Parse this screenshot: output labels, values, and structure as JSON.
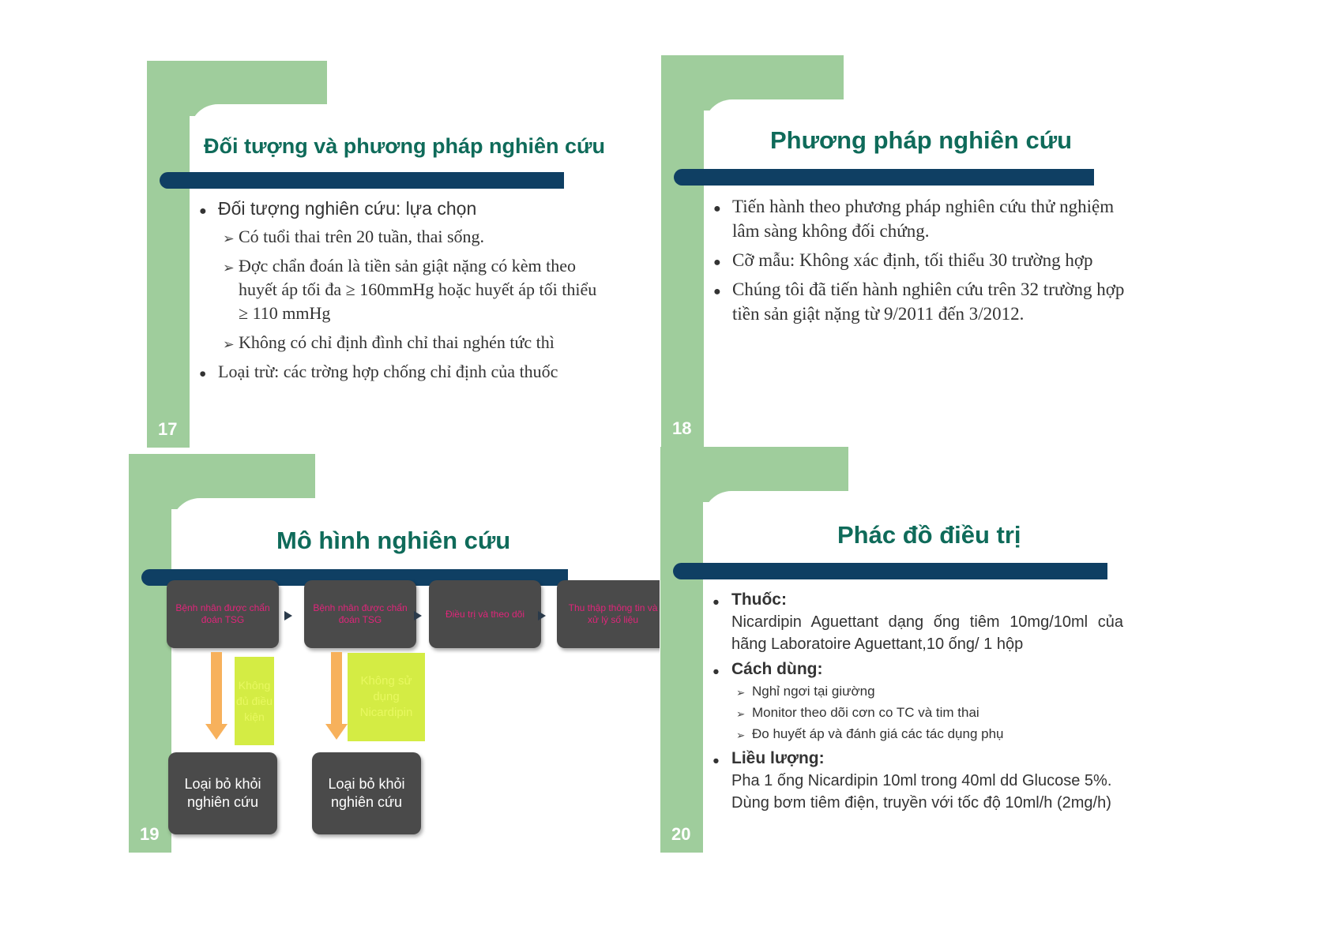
{
  "slides": [
    {
      "number": "17",
      "title": "Đối tượng và phương pháp nghiên cứu",
      "bullets": [
        {
          "text": "Đối tượng nghiên cứu: lựa chọn"
        },
        {
          "text": "Có tuổi thai trên 20 tuần, thai sống."
        },
        {
          "text": "Đợc chẩn đoán là tiền sản giật nặng có kèm theo huyết áp tối đa ≥ 160mmHg hoặc huyết áp tối thiểu ≥ 110 mmHg"
        },
        {
          "text": "Không có chỉ định đình chỉ thai nghén tức thì"
        },
        {
          "text": "Loại trừ: các trờng hợp chống chỉ định của thuốc"
        }
      ]
    },
    {
      "number": "18",
      "title": "Phương pháp nghiên cứu",
      "bullets": [
        {
          "text": "Tiến hành theo phương pháp nghiên cứu thử nghiệm lâm sàng không đối chứng."
        },
        {
          "text": "Cỡ mẫu: Không xác định, tối thiểu 30 trường hợp"
        },
        {
          "text": "Chúng tôi đã tiến hành nghiên cứu trên 32 trường hợp tiền sản giật nặng từ 9/2011 đến 3/2012."
        }
      ]
    },
    {
      "number": "19",
      "title": "Mô hình nghiên cứu",
      "flow_boxes": [
        "Bệnh nhân được chẩn đoán TSG",
        "Bệnh nhân được chẩn đoán TSG",
        "Điều trị và theo dõi",
        "Thu thập thông tin và xử lý số liệu"
      ],
      "exclusion_notes": [
        "Không đủ điều kiện",
        "Không sử dụng Nicardipin"
      ],
      "exclude_boxes": [
        "Loại bỏ khỏi nghiên cứu",
        "Loại bỏ khỏi nghiên cứu"
      ]
    },
    {
      "number": "20",
      "title": "Phác đồ điều trị",
      "sections": [
        {
          "heading": "Thuốc:",
          "text": "Nicardipin Aguettant dạng ống tiêm 10mg/10ml của hãng Laboratoire Aguettant,10 ống/ 1 hộp"
        },
        {
          "heading": "Cách dùng:",
          "items": [
            "Nghỉ ngơi tại giường",
            "Monitor theo dõi cơn co TC và tim thai",
            "Đo huyết áp và đánh giá các tác dụng phụ"
          ]
        },
        {
          "heading": "Liều lượng:",
          "text": "Pha 1 ống Nicardipin 10ml trong 40ml dd Glucose 5%. Dùng bơm tiêm điện, truyền với tốc độ 10ml/h (2mg/h)"
        }
      ]
    }
  ]
}
